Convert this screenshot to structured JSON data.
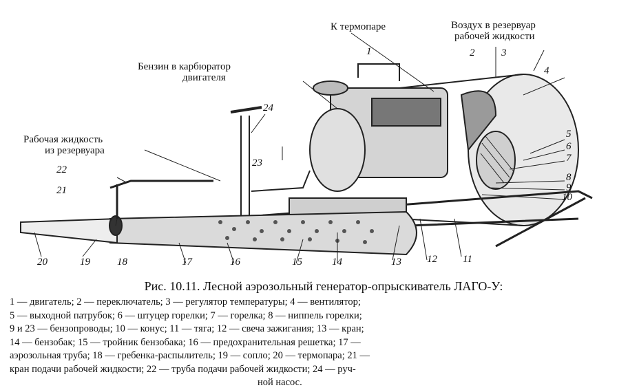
{
  "labels": {
    "thermocouple": "К термопаре",
    "air_line1": "Воздух в резервуар",
    "air_line2": "рабочей жидкости",
    "fuel_line1": "Бензин в карбюратор",
    "fuel_line2": "двигателя",
    "liquid_line1": "Рабочая жидкость",
    "liquid_line2": "из резервуара"
  },
  "numbers": [
    "1",
    "2",
    "3",
    "4",
    "5",
    "6",
    "7",
    "8",
    "9",
    "10",
    "11",
    "12",
    "13",
    "14",
    "15",
    "16",
    "17",
    "18",
    "19",
    "20",
    "21",
    "22",
    "23",
    "24"
  ],
  "caption": "Рис. 10.11. Лесной аэрозольный генератор-опрыскиватель ЛАГО-У:",
  "legend": [
    "1 — двигатель; 2 — переключатель; 3 — регулятор температуры; 4 — вентилятор;",
    "5 — выходной патрубок; 6 — штуцер горелки; 7 — горелка; 8 — ниппель горелки;",
    "9 и 23 — бензопроводы; 10 — конус; 11 — тяга; 12 — свеча зажигания; 13 — кран;",
    "14 — бензобак; 15 — тройник бензобака; 16 — предохранительная решетка; 17 —",
    "аэрозольная труба; 18 — гребенка-распылитель; 19 — сопло; 20 — термопара; 21 —",
    "кран подачи рабочей жидкости; 22 — труба подачи рабочей жидкости; 24 — руч-",
    "ной насос."
  ],
  "colors": {
    "ink": "#111111",
    "paper": "#ffffff"
  }
}
